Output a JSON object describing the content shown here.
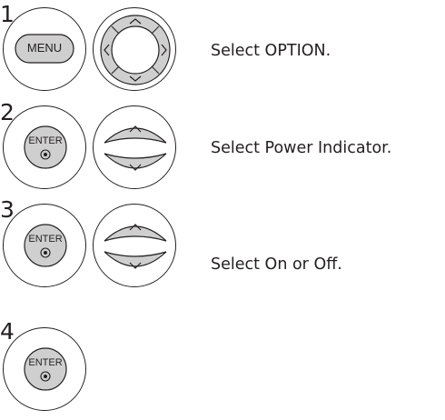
{
  "steps": [
    {
      "number": "1",
      "button_label": "MENU",
      "control": "four-way-nav",
      "instruction": "Select OPTION."
    },
    {
      "number": "2",
      "button_label": "ENTER",
      "control": "up-down-nav",
      "instruction": "Select Power Indicator."
    },
    {
      "number": "3",
      "button_label": "ENTER",
      "control": "up-down-nav",
      "instruction": "Select On or Off."
    },
    {
      "number": "4",
      "button_label": "ENTER",
      "control": "none",
      "instruction": ""
    }
  ]
}
